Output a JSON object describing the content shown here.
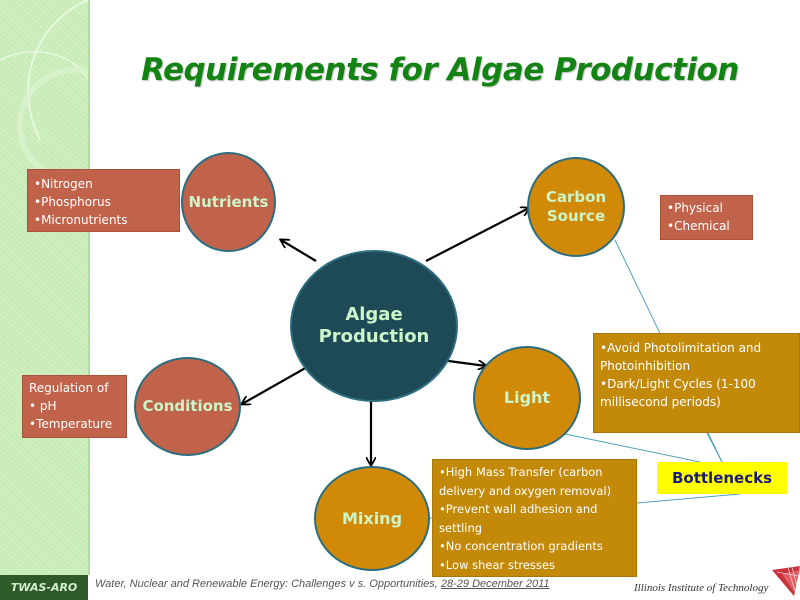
{
  "title": "Requirements for Algae Production",
  "colors": {
    "title": "#138413",
    "center_node": "#1e4a58",
    "red_node": "#c0634a",
    "gold_node": "#d08a08",
    "node_text": "#ccf5c9",
    "highlight": "#ffff00",
    "sidebar": "#c6ebb4"
  },
  "nodes": {
    "center": [
      "Algae",
      "Production"
    ],
    "nutrients": "Nutrients",
    "carbon": [
      "Carbon",
      "Source"
    ],
    "light": "Light",
    "conditions": "Conditions",
    "mixing": "Mixing"
  },
  "boxes": {
    "nutrients": [
      "•Nitrogen",
      "•Phosphorus",
      "•Micronutrients"
    ],
    "carbon": [
      "•Physical",
      "•Chemical"
    ],
    "conditions": [
      "Regulation of",
      "• pH",
      "•Temperature"
    ],
    "light": [
      "•Avoid Photolimitation and Photoinhibition",
      "•Dark/Light Cycles  (1-100 millisecond periods)"
    ],
    "mixing": [
      "•High Mass Transfer (carbon delivery and oxygen removal)",
      "•Prevent wall adhesion and settling",
      "•No concentration gradients",
      "•Low shear stresses"
    ]
  },
  "bottlenecks": "Bottlenecks",
  "footer": {
    "tag": "TWAS-ARO",
    "event": "Water, Nuclear and Renewable  Energy: Challenges v s. Opportunities, ",
    "date": "28-29 December 2011",
    "org": "Illinois Institute of Technology"
  }
}
